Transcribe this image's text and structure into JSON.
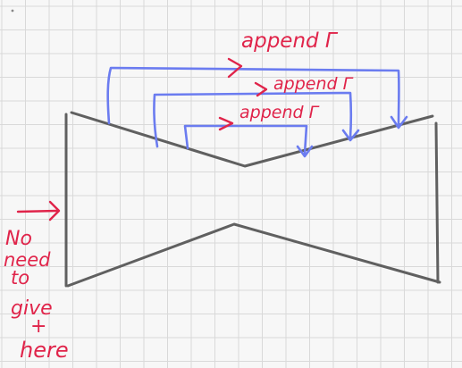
{
  "colors": {
    "background": "#f7f7f7",
    "grid": "#d9d9d9",
    "shape": "#606060",
    "skip_arrows": "#6b7cf0",
    "annotation": "#e0244a"
  },
  "annotations": {
    "append_top": "append Γ",
    "append_mid": "append Γ",
    "append_low": "append Γ",
    "note_line1": "No",
    "note_line2": "need",
    "note_line3": "to",
    "note_line4": "give",
    "note_line5": "+",
    "note_line6": "here"
  }
}
